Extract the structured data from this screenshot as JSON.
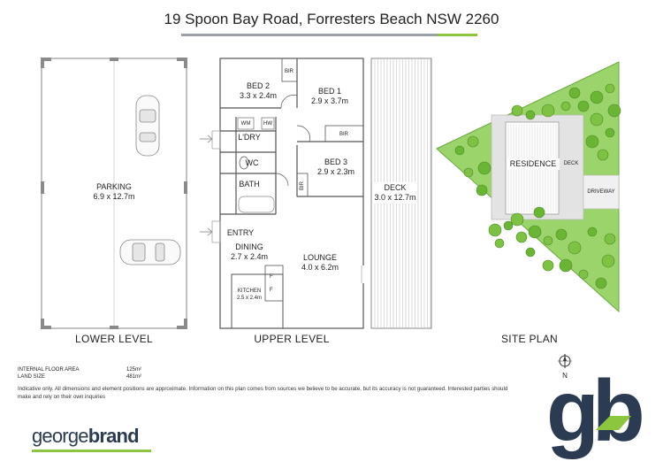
{
  "header": {
    "address": "19 Spoon Bay Road, Forresters Beach NSW 2260"
  },
  "levels": {
    "lower": "LOWER LEVEL",
    "upper": "UPPER LEVEL",
    "site": "SITE PLAN"
  },
  "rooms": {
    "parking": {
      "name": "PARKING",
      "size": "6.9 x 12.7m"
    },
    "bed2": {
      "name": "BED 2",
      "size": "3.3 x 2.4m"
    },
    "bed1": {
      "name": "BED 1",
      "size": "2.9 x 3.7m"
    },
    "bed3": {
      "name": "BED 3",
      "size": "2.9 x 2.3m"
    },
    "ldry": {
      "name": "L'DRY"
    },
    "wc": {
      "name": "WC"
    },
    "bath": {
      "name": "BATH"
    },
    "deck": {
      "name": "DECK",
      "size": "3.0 x 12.7m"
    },
    "entry": {
      "name": "ENTRY"
    },
    "dining": {
      "name": "DINING",
      "size": "2.7 x 2.4m"
    },
    "lounge": {
      "name": "LOUNGE",
      "size": "4.0 x 6.2m"
    },
    "kitchen": {
      "name": "KITCHEN",
      "size": "2.5 x 2.4m"
    },
    "bir": "BIR",
    "wm": "WM",
    "hw": "HW",
    "fridge": "F"
  },
  "site": {
    "residence": "RESIDENCE",
    "deck": "DECK",
    "driveway": "DRIVEWAY",
    "north": "N"
  },
  "stats": {
    "internal_label": "INTERNAL FLOOR AREA",
    "internal_value": "125m²",
    "land_label": "LAND SIZE",
    "land_value": "481m²"
  },
  "disclaimer": "Indicative only. All dimensions and element positions are approximate. Information on this plan comes from sources we believe to be accurate, but its accuracy is not guaranteed. Interested parties should make and rely on their own inquiries",
  "brand": {
    "part1": "george",
    "part2": "brand",
    "logo": "gb"
  },
  "colors": {
    "accent_green": "#8cc63f",
    "brand_navy": "#2b3b52",
    "tree_green": "#7dc242"
  }
}
